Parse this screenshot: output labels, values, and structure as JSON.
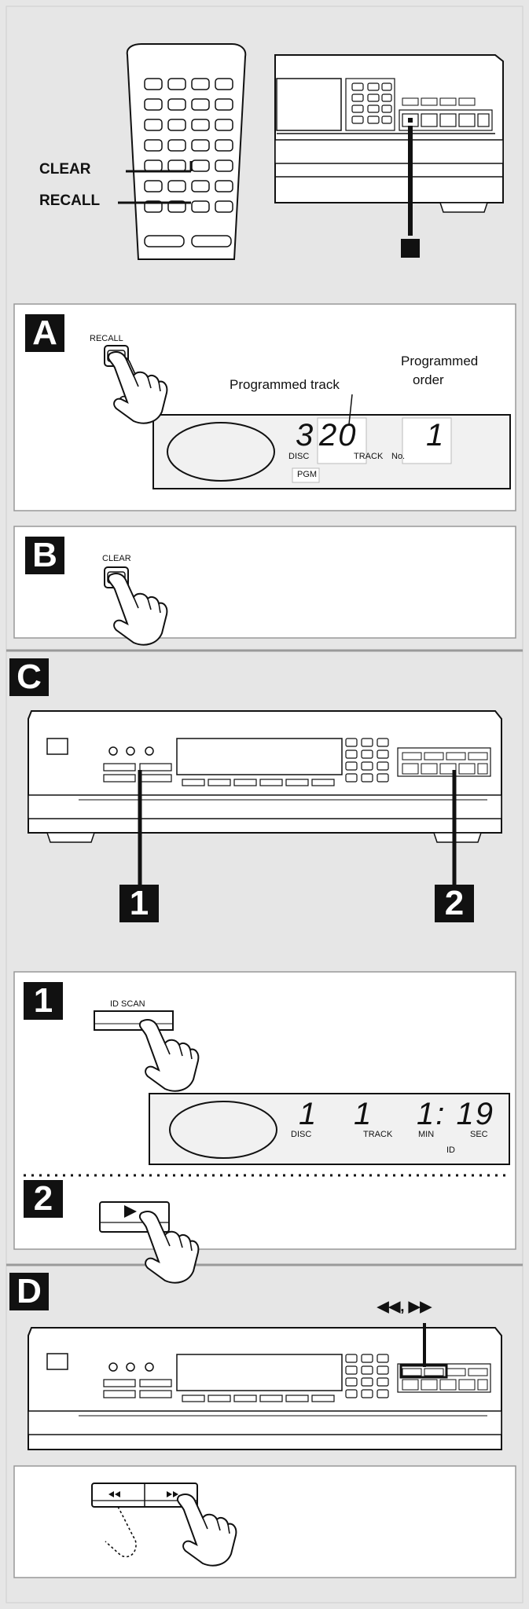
{
  "remote": {
    "clear_label": "CLEAR",
    "recall_label": "RECALL"
  },
  "panel_a": {
    "badge": "A",
    "button_label": "RECALL",
    "programmed_track_label": "Programmed track",
    "programmed_order_label_1": "Programmed",
    "programmed_order_label_2": "order",
    "display": {
      "disc_value": "3",
      "disc_label": "DISC",
      "track_value": "20",
      "track_label": "TRACK",
      "no_label": "No.",
      "order_value": "1",
      "pgm_label": "PGM"
    }
  },
  "panel_b": {
    "badge": "B",
    "button_label": "CLEAR"
  },
  "section_c": {
    "badge": "C",
    "callout_1": "1",
    "callout_2": "2"
  },
  "panel_c": {
    "step_1": "1",
    "step_2": "2",
    "button_label": "ID SCAN",
    "display": {
      "disc_value": "1",
      "disc_label": "DISC",
      "track_value": "1",
      "track_label": "TRACK",
      "time_value": "1: 19",
      "min_label": "MIN",
      "sec_label": "SEC",
      "id_label": "ID"
    }
  },
  "section_d": {
    "badge": "D",
    "skip_label": "◀◀, ▶▶"
  },
  "colors": {
    "frame": "#e6e6e6",
    "ink": "#111111",
    "divider": "#9a9a9a"
  }
}
